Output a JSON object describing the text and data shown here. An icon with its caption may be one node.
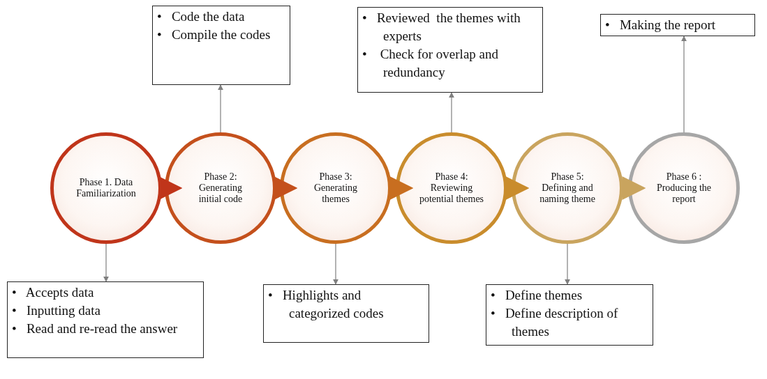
{
  "diagram": {
    "nodes": [
      {
        "text": [
          "•   Code the data",
          "•   Compile the codes"
        ]
      },
      {
        "text": [
          "•   Reviewed  the themes with experts",
          "•    Check for overlap and redundancy"
        ]
      },
      {
        "text": [
          "•   Making the report"
        ]
      },
      {
        "text": [
          "Phase 1. Data Familiarization"
        ]
      },
      {
        "text": [
          "Phase 2: Generating initial code"
        ]
      },
      {
        "text": [
          "Phase 3: Generating themes"
        ]
      },
      {
        "text": [
          "Phase 4: Reviewing potential themes"
        ]
      },
      {
        "text": [
          "Phase 5: Defining and naming theme"
        ]
      },
      {
        "text": [
          "Phase 6 : Producing the report"
        ]
      },
      {
        "text": [
          "•   Accepts data",
          "•   Inputting data",
          "•   Read and re-read the answer"
        ]
      },
      {
        "text": [
          "•   Highlights and categorized codes"
        ]
      },
      {
        "text": [
          "•   Define themes",
          "•   Define description of themes"
        ]
      }
    ],
    "edges": [
      {
        "from": 4,
        "to": 0,
        "arrow": "to"
      },
      {
        "from": 6,
        "to": 1,
        "arrow": "to"
      },
      {
        "from": 8,
        "to": 2,
        "arrow": "to"
      },
      {
        "from": 3,
        "to": 9,
        "arrow": "to"
      },
      {
        "from": 5,
        "to": 10,
        "arrow": "to"
      },
      {
        "from": 7,
        "to": 11,
        "arrow": "to"
      },
      {
        "from": 3,
        "to": 4,
        "arrow": "to",
        "style": "thick",
        "color": "#c0351a"
      },
      {
        "from": 4,
        "to": 5,
        "arrow": "to",
        "style": "thick",
        "color": "#c4501c"
      },
      {
        "from": 5,
        "to": 6,
        "arrow": "to",
        "style": "thick",
        "color": "#c86e20"
      },
      {
        "from": 6,
        "to": 7,
        "arrow": "to",
        "style": "thick",
        "color": "#c98c2c"
      },
      {
        "from": 7,
        "to": 8,
        "arrow": "to",
        "style": "thick",
        "color": "#c9a45e"
      }
    ]
  }
}
